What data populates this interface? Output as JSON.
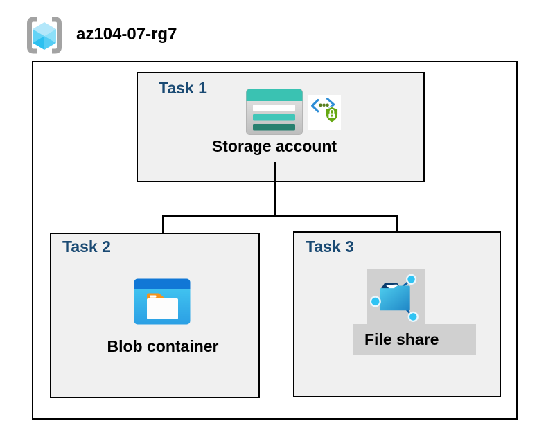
{
  "header": {
    "resource_group_name": "az104-07-rg7",
    "icon": "resource-group-icon"
  },
  "diagram": {
    "tasks": [
      {
        "label": "Task 1",
        "node": "Storage account",
        "icons": [
          "storage-account-icon",
          "secure-access-icon"
        ]
      },
      {
        "label": "Task 2",
        "node": "Blob container",
        "icons": [
          "blob-container-icon"
        ]
      },
      {
        "label": "Task 3",
        "node": "File share",
        "icons": [
          "file-share-icon"
        ]
      }
    ],
    "edges": [
      {
        "from": "Storage account",
        "to": "Blob container"
      },
      {
        "from": "Storage account",
        "to": "File share"
      }
    ]
  },
  "colors": {
    "task_label_navy": "#1a4a73",
    "task_box_fill": "#f0f0f0",
    "box_border": "#000000",
    "storage_teal": "#3ac2b2",
    "storage_teal_mid": "#40c6b8",
    "storage_teal_dark": "#28806f",
    "blob_header_blue": "#1177d6",
    "blob_body_cyan_top": "#46ccf3",
    "blob_body_cyan_bottom": "#2b9fe4",
    "blob_folder_tab_orange": "#f6941c",
    "fileshare_bg_gray": "#d0d0d0",
    "fileshare_folder_blue": "#2aa7dd",
    "fileshare_flap_navy": "#0b3d6e",
    "fileshare_node_cyan": "#2fc3f3",
    "secure_chevron_blue": "#2f8ed6",
    "secure_shield_green": "#65a812",
    "rg_cube_cyan": "#45c8f3",
    "rg_bracket_gray": "#a3a3a3",
    "edge_color": "#000000"
  }
}
